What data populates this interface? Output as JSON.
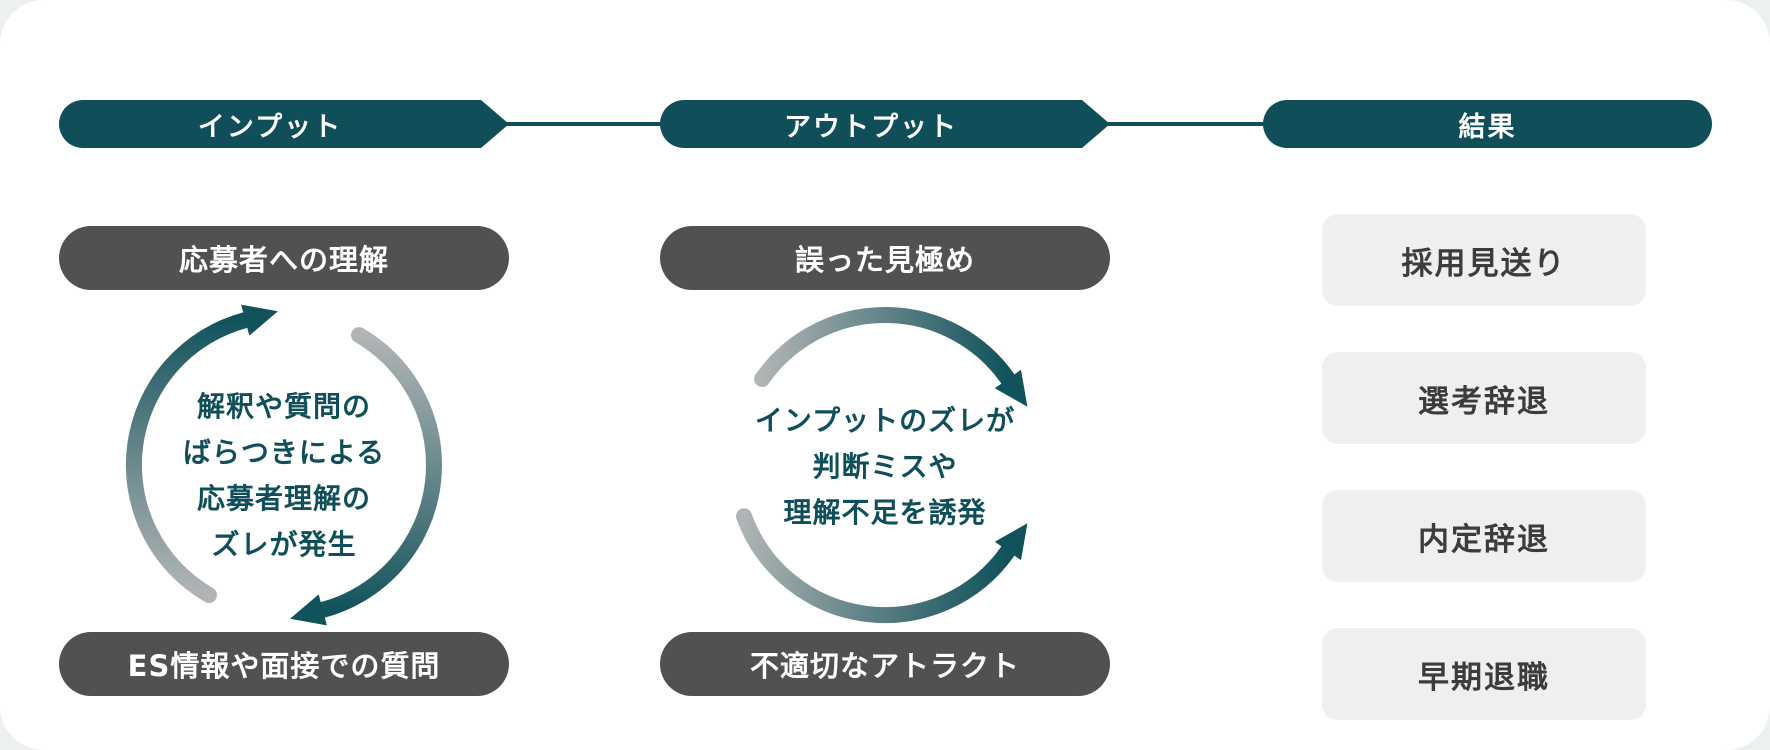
{
  "colors": {
    "teal": "#104f59",
    "dark_pill": "#515151",
    "result_box": "#efefef",
    "arrow_gray": "#b0b4b5"
  },
  "input": {
    "header": "インプット",
    "top": "応募者への理解",
    "bottom": "ES情報や面接での質問",
    "lines": [
      "解釈や質問の",
      "ばらつきによる",
      "応募者理解の",
      "ズレが発生"
    ]
  },
  "output": {
    "header": "アウトプット",
    "top": "誤った見極め",
    "bottom": "不適切なアトラクト",
    "lines": [
      "インプットのズレが",
      "判断ミスや",
      "理解不足を誘発"
    ]
  },
  "result": {
    "header": "結果",
    "items": [
      "採用見送り",
      "選考辞退",
      "内定辞退",
      "早期退職"
    ]
  }
}
